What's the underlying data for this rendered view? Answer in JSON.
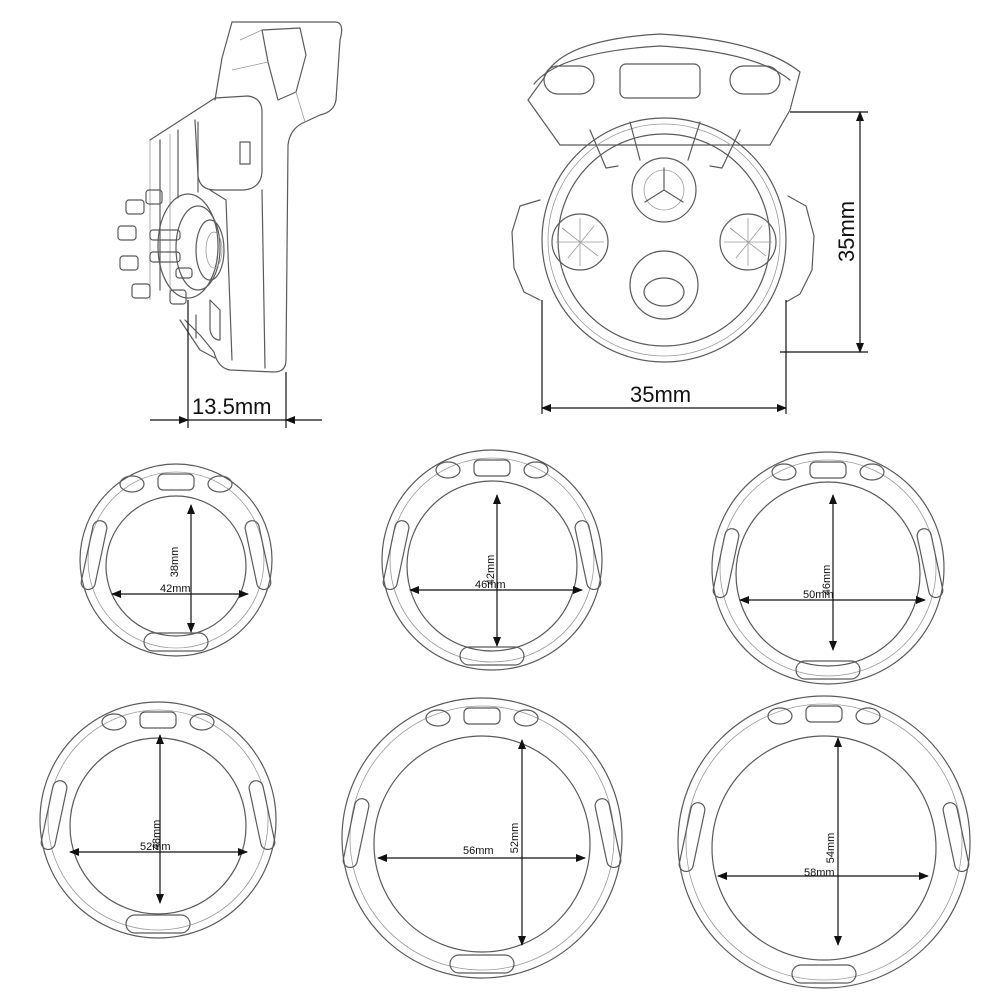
{
  "dimensions": {
    "side_depth": "13.5mm",
    "cage_height": "35mm",
    "cage_width": "35mm"
  },
  "rings": [
    {
      "inner_height": "38mm",
      "inner_width": "42mm"
    },
    {
      "inner_height": "42mm",
      "inner_width": "46mm"
    },
    {
      "inner_height": "46mm",
      "inner_width": "50mm"
    },
    {
      "inner_height": "48mm",
      "inner_width": "52mm"
    },
    {
      "inner_height": "52mm",
      "inner_width": "56mm"
    },
    {
      "inner_height": "54mm",
      "inner_width": "58mm"
    }
  ]
}
